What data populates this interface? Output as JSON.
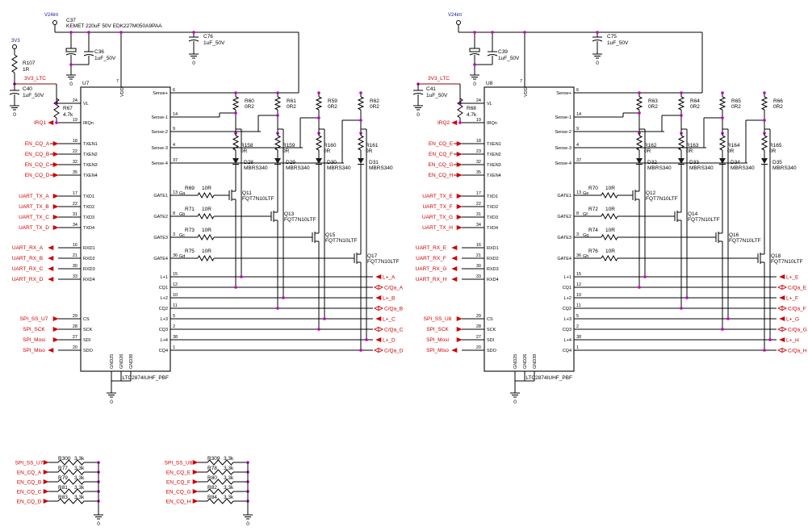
{
  "power": {
    "v24": "V24int",
    "v33": "3V3",
    "v33ltc": "3V3_LTC",
    "gnd": "0"
  },
  "caps": [
    {
      "ref": "C37",
      "val": "KEMET 220uF 50V EDK227M050A9PAA"
    },
    {
      "ref": "C76",
      "val": "1uF_50V"
    },
    {
      "ref": "C36",
      "val": "1uF_50V"
    },
    {
      "ref": "C40",
      "val": "1uF_50V"
    },
    {
      "ref": "C75",
      "val": "1uF_50V"
    },
    {
      "ref": "C39",
      "val": "1uF_50V"
    },
    {
      "ref": "C41",
      "val": "1uF_50V"
    }
  ],
  "misc": {
    "r107": "R107",
    "r107v": "1R",
    "r67": "R67",
    "r67v": "4.7k",
    "r68": "R68",
    "r68v": "4.7k",
    "irq1": "IRQ1",
    "irq2": "IRQ2"
  },
  "chips": [
    {
      "ref": "U7",
      "part": "LTC2874IUHF_PBF",
      "left_pins": [
        {
          "num": "24",
          "name": "VL"
        },
        {
          "num": "19",
          "name": "IRQn"
        },
        {
          "num": "18",
          "name": "TXEN1"
        },
        {
          "num": "22",
          "name": "TXEN2"
        },
        {
          "num": "32",
          "name": "TXEN3"
        },
        {
          "num": "35",
          "name": "TXEN4"
        },
        {
          "num": "17",
          "name": "TXD1"
        },
        {
          "num": "22",
          "name": "TXD2"
        },
        {
          "num": "31",
          "name": "TXD3"
        },
        {
          "num": "34",
          "name": "TXD4"
        },
        {
          "num": "16",
          "name": "RXD1"
        },
        {
          "num": "21",
          "name": "RXD2"
        },
        {
          "num": "30",
          "name": "RXD3"
        },
        {
          "num": "33",
          "name": "RXD4"
        },
        {
          "num": "29",
          "name": "CS"
        },
        {
          "num": "28",
          "name": "SCK"
        },
        {
          "num": "27",
          "name": "SDI"
        },
        {
          "num": "20",
          "name": "SDO"
        }
      ],
      "right_pins": [
        {
          "num": "6",
          "name": "Sense+"
        },
        {
          "num": "14",
          "name": "Sense-1"
        },
        {
          "num": "9",
          "name": "Sense-2"
        },
        {
          "num": "4",
          "name": "Sense-3"
        },
        {
          "num": "37",
          "name": "Sense-4"
        },
        {
          "num": "13",
          "name": "GATE1"
        },
        {
          "num": "8",
          "name": "GATE2"
        },
        {
          "num": "3",
          "name": "GATE3"
        },
        {
          "num": "36",
          "name": "GATE4"
        },
        {
          "num": "15",
          "name": "L+1"
        },
        {
          "num": "12",
          "name": "CQ1"
        },
        {
          "num": "10",
          "name": "L+2"
        },
        {
          "num": "11",
          "name": "CQ2"
        },
        {
          "num": "5",
          "name": "L+3"
        },
        {
          "num": "2",
          "name": "CQ3"
        },
        {
          "num": "38",
          "name": "L+4"
        },
        {
          "num": "1",
          "name": "CQ4"
        }
      ],
      "bottom_pins": [
        "GND25",
        "GND26",
        "GND39"
      ],
      "vdd": "VDD",
      "vdd_num": "7",
      "en_nets": [
        "EN_CQ_A",
        "EN_CQ_B",
        "EN_CQ_C",
        "EN_CQ_D"
      ],
      "tx_nets": [
        "UART_TX_A",
        "UART_TX_B",
        "UART_TX_C",
        "UART_TX_D"
      ],
      "rx_nets": [
        "UART_RX_A",
        "UART_RX_B",
        "UART_RX_C",
        "UART_RX_D"
      ],
      "spi_nets": [
        "SPI_SS_U7",
        "SPI_SCK",
        "SPI_Mosi",
        "SPI_Miso"
      ],
      "out_nets": [
        "L+_A",
        "C/Qa_A",
        "L+_B",
        "C/Qa_B",
        "L+_C",
        "C/Qa_C",
        "L+_D",
        "C/Qa_D"
      ],
      "sense_r": [
        [
          "R60",
          "0R2"
        ],
        [
          "R61",
          "0R2"
        ],
        [
          "R59",
          "0R2"
        ],
        [
          "R62",
          "0R2"
        ]
      ],
      "diode_r": [
        [
          "R158",
          "0R"
        ],
        [
          "R159",
          "0R"
        ],
        [
          "R160",
          "0R"
        ],
        [
          "R161",
          "0R"
        ]
      ],
      "diodes": [
        [
          "D28",
          "MBRS340"
        ],
        [
          "D29",
          "MBRS340"
        ],
        [
          "D30",
          "MBRS340"
        ],
        [
          "D31",
          "MBRS340"
        ]
      ],
      "gate_r": [
        [
          "R69",
          "10R",
          "Ga"
        ],
        [
          "R71",
          "10R",
          "Gb"
        ],
        [
          "R73",
          "10R",
          "Gc"
        ],
        [
          "R75",
          "10R",
          "Gd"
        ]
      ],
      "fets": [
        [
          "Q11",
          "FQT7N10LTF"
        ],
        [
          "Q13",
          "FQT7N10LTF"
        ],
        [
          "Q15",
          "FQT7N10LTF"
        ],
        [
          "Q17",
          "FQT7N10LTF"
        ]
      ]
    },
    {
      "ref": "U8",
      "part": "LTC2874IUHF_PBF",
      "left_pins": [
        {
          "num": "24",
          "name": "VL"
        },
        {
          "num": "19",
          "name": "IRQn"
        },
        {
          "num": "18",
          "name": "TXEN1"
        },
        {
          "num": "23",
          "name": "TXEN2"
        },
        {
          "num": "32",
          "name": "TXEN3"
        },
        {
          "num": "35",
          "name": "TXEN4"
        },
        {
          "num": "17",
          "name": "TXD1"
        },
        {
          "num": "22",
          "name": "TXD2"
        },
        {
          "num": "31",
          "name": "TXD3"
        },
        {
          "num": "34",
          "name": "TXD4"
        },
        {
          "num": "16",
          "name": "RXD1"
        },
        {
          "num": "21",
          "name": "RXD2"
        },
        {
          "num": "30",
          "name": "RXD3"
        },
        {
          "num": "33",
          "name": "RXD4"
        },
        {
          "num": "29",
          "name": "CS"
        },
        {
          "num": "28",
          "name": "SCK"
        },
        {
          "num": "27",
          "name": "SDI"
        },
        {
          "num": "20",
          "name": "SDO"
        }
      ],
      "right_pins": [
        {
          "num": "6",
          "name": "Sense+"
        },
        {
          "num": "14",
          "name": "Sense-1"
        },
        {
          "num": "9",
          "name": "Sense-2"
        },
        {
          "num": "4",
          "name": "Sense-3"
        },
        {
          "num": "37",
          "name": "Sense-4"
        },
        {
          "num": "13",
          "name": "GATE1"
        },
        {
          "num": "8",
          "name": "GATE2"
        },
        {
          "num": "3",
          "name": "GATE3"
        },
        {
          "num": "36",
          "name": "GATE4"
        },
        {
          "num": "15",
          "name": "L+1"
        },
        {
          "num": "12",
          "name": "CQ1"
        },
        {
          "num": "10",
          "name": "L+2"
        },
        {
          "num": "11",
          "name": "CQ2"
        },
        {
          "num": "5",
          "name": "L+3"
        },
        {
          "num": "2",
          "name": "CQ3"
        },
        {
          "num": "38",
          "name": "L+4"
        },
        {
          "num": "1",
          "name": "CQ4"
        }
      ],
      "bottom_pins": [
        "GND25",
        "GND26",
        "GND39"
      ],
      "vdd": "VDD",
      "vdd_num": "7",
      "en_nets": [
        "EN_CQ_E",
        "EN_CQ_F",
        "EN_CQ_G",
        "EN_CQ_H"
      ],
      "tx_nets": [
        "UART_TX_E",
        "UART_TX_F",
        "UART_TX_G",
        "UART_TX_H"
      ],
      "rx_nets": [
        "UART_RX_E",
        "UART_RX_F",
        "UART_RX_G",
        "UART_RX_H"
      ],
      "spi_nets": [
        "SPI_SS_U8",
        "SPI_SCK",
        "SPI_Mosi",
        "SPI_Miso"
      ],
      "out_nets": [
        "L+_E",
        "C/Qa_E",
        "L+_F",
        "C/Qa_F",
        "L+_G",
        "C/Qa_G",
        "L+_H",
        "C/Qa_H"
      ],
      "sense_r": [
        [
          "R63",
          "0R2"
        ],
        [
          "R64",
          "0R2"
        ],
        [
          "R65",
          "0R2"
        ],
        [
          "R66",
          "0R2"
        ]
      ],
      "diode_r": [
        [
          "R162",
          "0R"
        ],
        [
          "R163",
          "0R"
        ],
        [
          "R164",
          "0R"
        ],
        [
          "R165",
          "0R"
        ]
      ],
      "diodes": [
        [
          "D32",
          "MBRS340"
        ],
        [
          "D33",
          "MBRS340"
        ],
        [
          "D34",
          "MBRS340"
        ],
        [
          "D35",
          "MBRS340"
        ]
      ],
      "gate_r": [
        [
          "R70",
          "10R",
          "Ge"
        ],
        [
          "R72",
          "10R",
          "Gf"
        ],
        [
          "R74",
          "10R",
          "Gg"
        ],
        [
          "R76",
          "10R",
          "Gh"
        ]
      ],
      "fets": [
        [
          "Q12",
          "FQT7N10LTF"
        ],
        [
          "Q14",
          "FQT7N10LTF"
        ],
        [
          "Q16",
          "FQT7N10LTF"
        ],
        [
          "Q18",
          "FQT7N10LTF"
        ]
      ]
    }
  ],
  "pullups": [
    {
      "nets": [
        "SPI_SS_U7",
        "EN_CQ_A",
        "EN_CQ_B",
        "EN_CQ_C",
        "EN_CQ_D"
      ],
      "refs": [
        "R300",
        "R77",
        "R79",
        "R81",
        "R83"
      ],
      "val": "3.3k"
    },
    {
      "nets": [
        "SPI_SS_U8",
        "EN_CQ_E",
        "EN_CQ_F",
        "EN_CQ_G",
        "EN_CQ_H"
      ],
      "refs": [
        "R309",
        "R78",
        "R80",
        "R82",
        "R84"
      ],
      "val": "3.3k"
    }
  ]
}
